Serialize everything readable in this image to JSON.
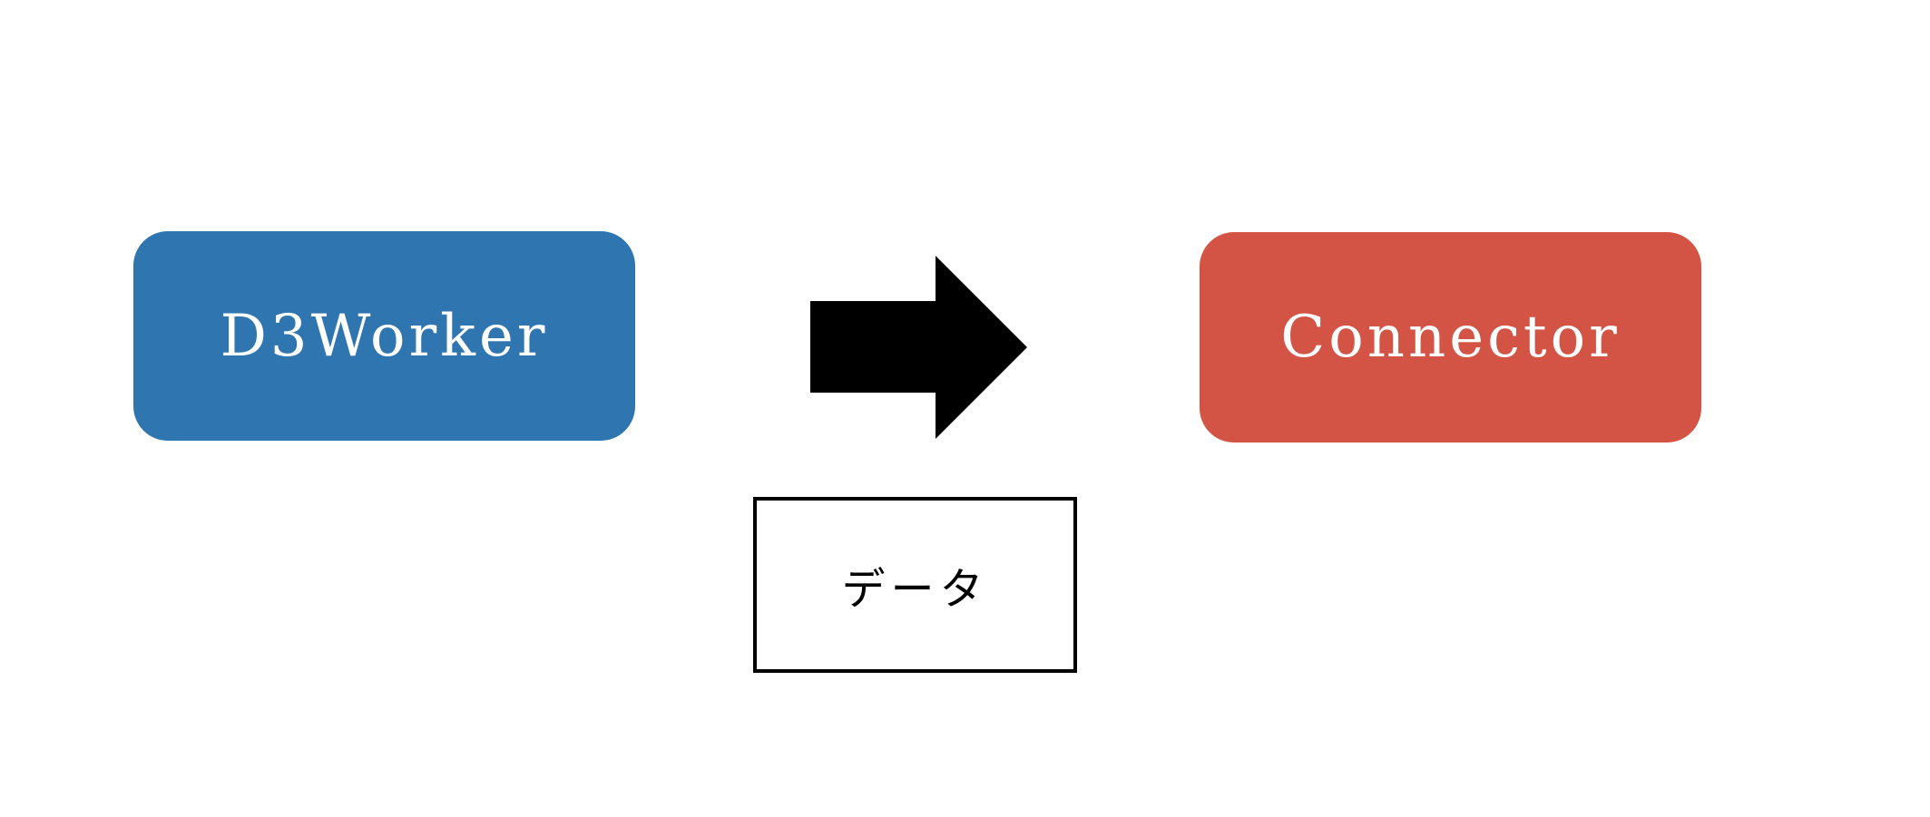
{
  "diagram": {
    "nodes": [
      {
        "id": "source",
        "label": "D3Worker",
        "color": "#2f76b1"
      },
      {
        "id": "target",
        "label": "Connector",
        "color": "#d35444"
      }
    ],
    "edge": {
      "from": "D3Worker",
      "to": "Connector",
      "label": "データ",
      "arrow_color": "#000000"
    }
  }
}
